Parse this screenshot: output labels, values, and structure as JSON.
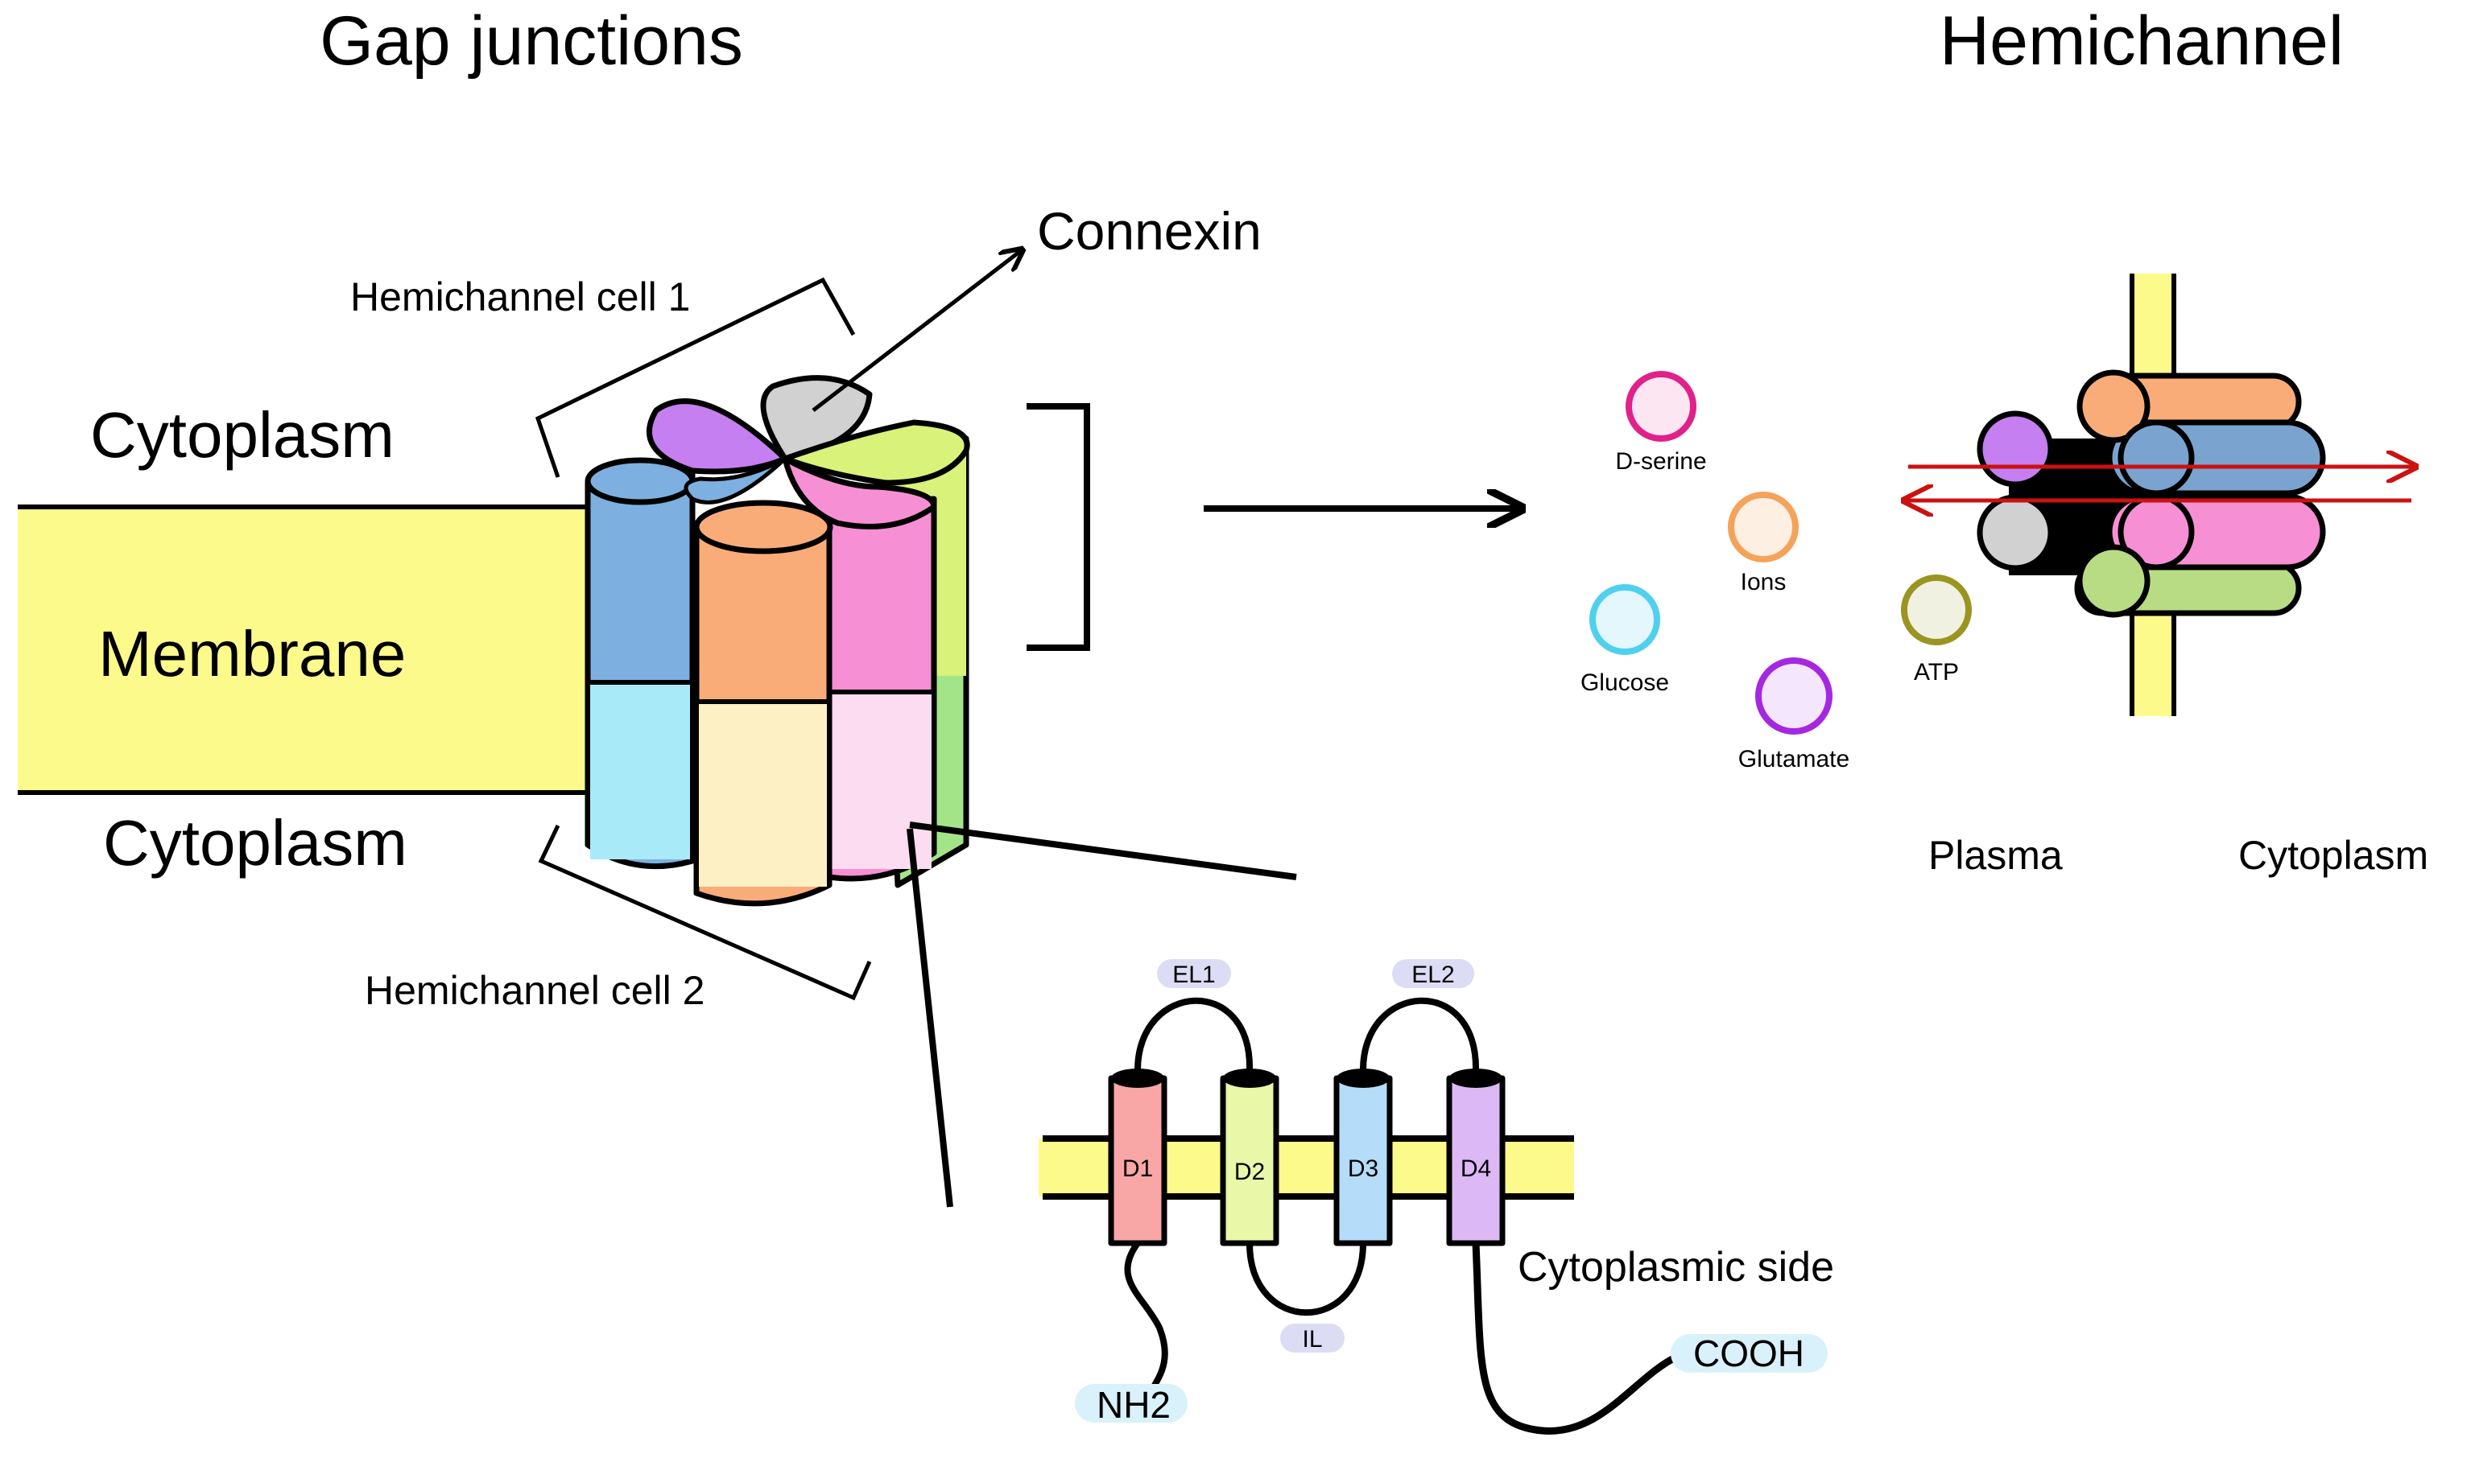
{
  "titles": {
    "gap_junctions": "Gap junctions",
    "hemichannel": "Hemichannel"
  },
  "gap_junction_labels": {
    "connexin": "Connexin",
    "hemichannel_cell_1": "Hemichannel cell 1",
    "hemichannel_cell_2": "Hemichannel cell 2",
    "cytoplasm_top": "Cytoplasm",
    "membrane": "Membrane",
    "cytoplasm_bottom": "Cytoplasm"
  },
  "molecules": [
    {
      "label": "D-serine",
      "color": "#e0218a"
    },
    {
      "label": "Ions",
      "color": "#f5a25a"
    },
    {
      "label": "Glucose",
      "color": "#4fd0ee"
    },
    {
      "label": "Glutamate",
      "color": "#a528e0"
    },
    {
      "label": "ATP",
      "color": "#9a9520"
    }
  ],
  "hemichannel_labels": {
    "plasma": "Plasma",
    "cytoplasm": "Cytoplasm"
  },
  "connexin_topology": {
    "domains": [
      {
        "label": "D1",
        "color": "#f8a6a6"
      },
      {
        "label": "D2",
        "color": "#e8f7a8"
      },
      {
        "label": "D3",
        "color": "#b5dcf8"
      },
      {
        "label": "D4",
        "color": "#dcb9f5"
      }
    ],
    "loops": {
      "el1": "EL1",
      "el2": "EL2",
      "il": "IL"
    },
    "termini": {
      "n": "NH2",
      "c": "COOH"
    },
    "side_label": "Cytoplasmic side"
  },
  "colors": {
    "membrane": "#fdfa8c",
    "arrow_red": "#cc1111",
    "loop_badge": "#dcdcf5",
    "terminus_badge": "#d9f1fa"
  }
}
